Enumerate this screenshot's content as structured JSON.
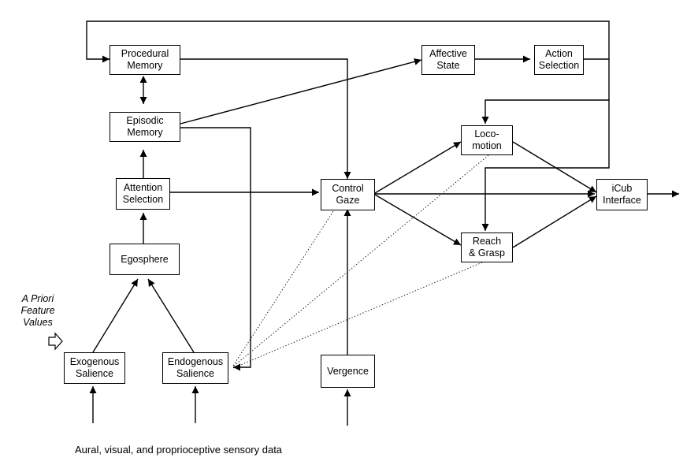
{
  "nodes": {
    "procedural_memory": "Procedural\nMemory",
    "episodic_memory": "Episodic\nMemory",
    "attention_selection": "Attention\nSelection",
    "egosphere": "Egosphere",
    "exogenous_salience": "Exogenous\nSalience",
    "endogenous_salience": "Endogenous\nSalience",
    "control_gaze": "Control\nGaze",
    "vergence": "Vergence",
    "affective_state": "Affective\nState",
    "action_selection": "Action\nSelection",
    "locomotion": "Loco-\nmotion",
    "reach_grasp": "Reach\n& Grasp",
    "icub_interface": "iCub\nInterface"
  },
  "annotations": {
    "a_priori": "A Priori\nFeature\nValues",
    "sensory_data": "Aural, visual, and proprioceptive sensory data"
  }
}
